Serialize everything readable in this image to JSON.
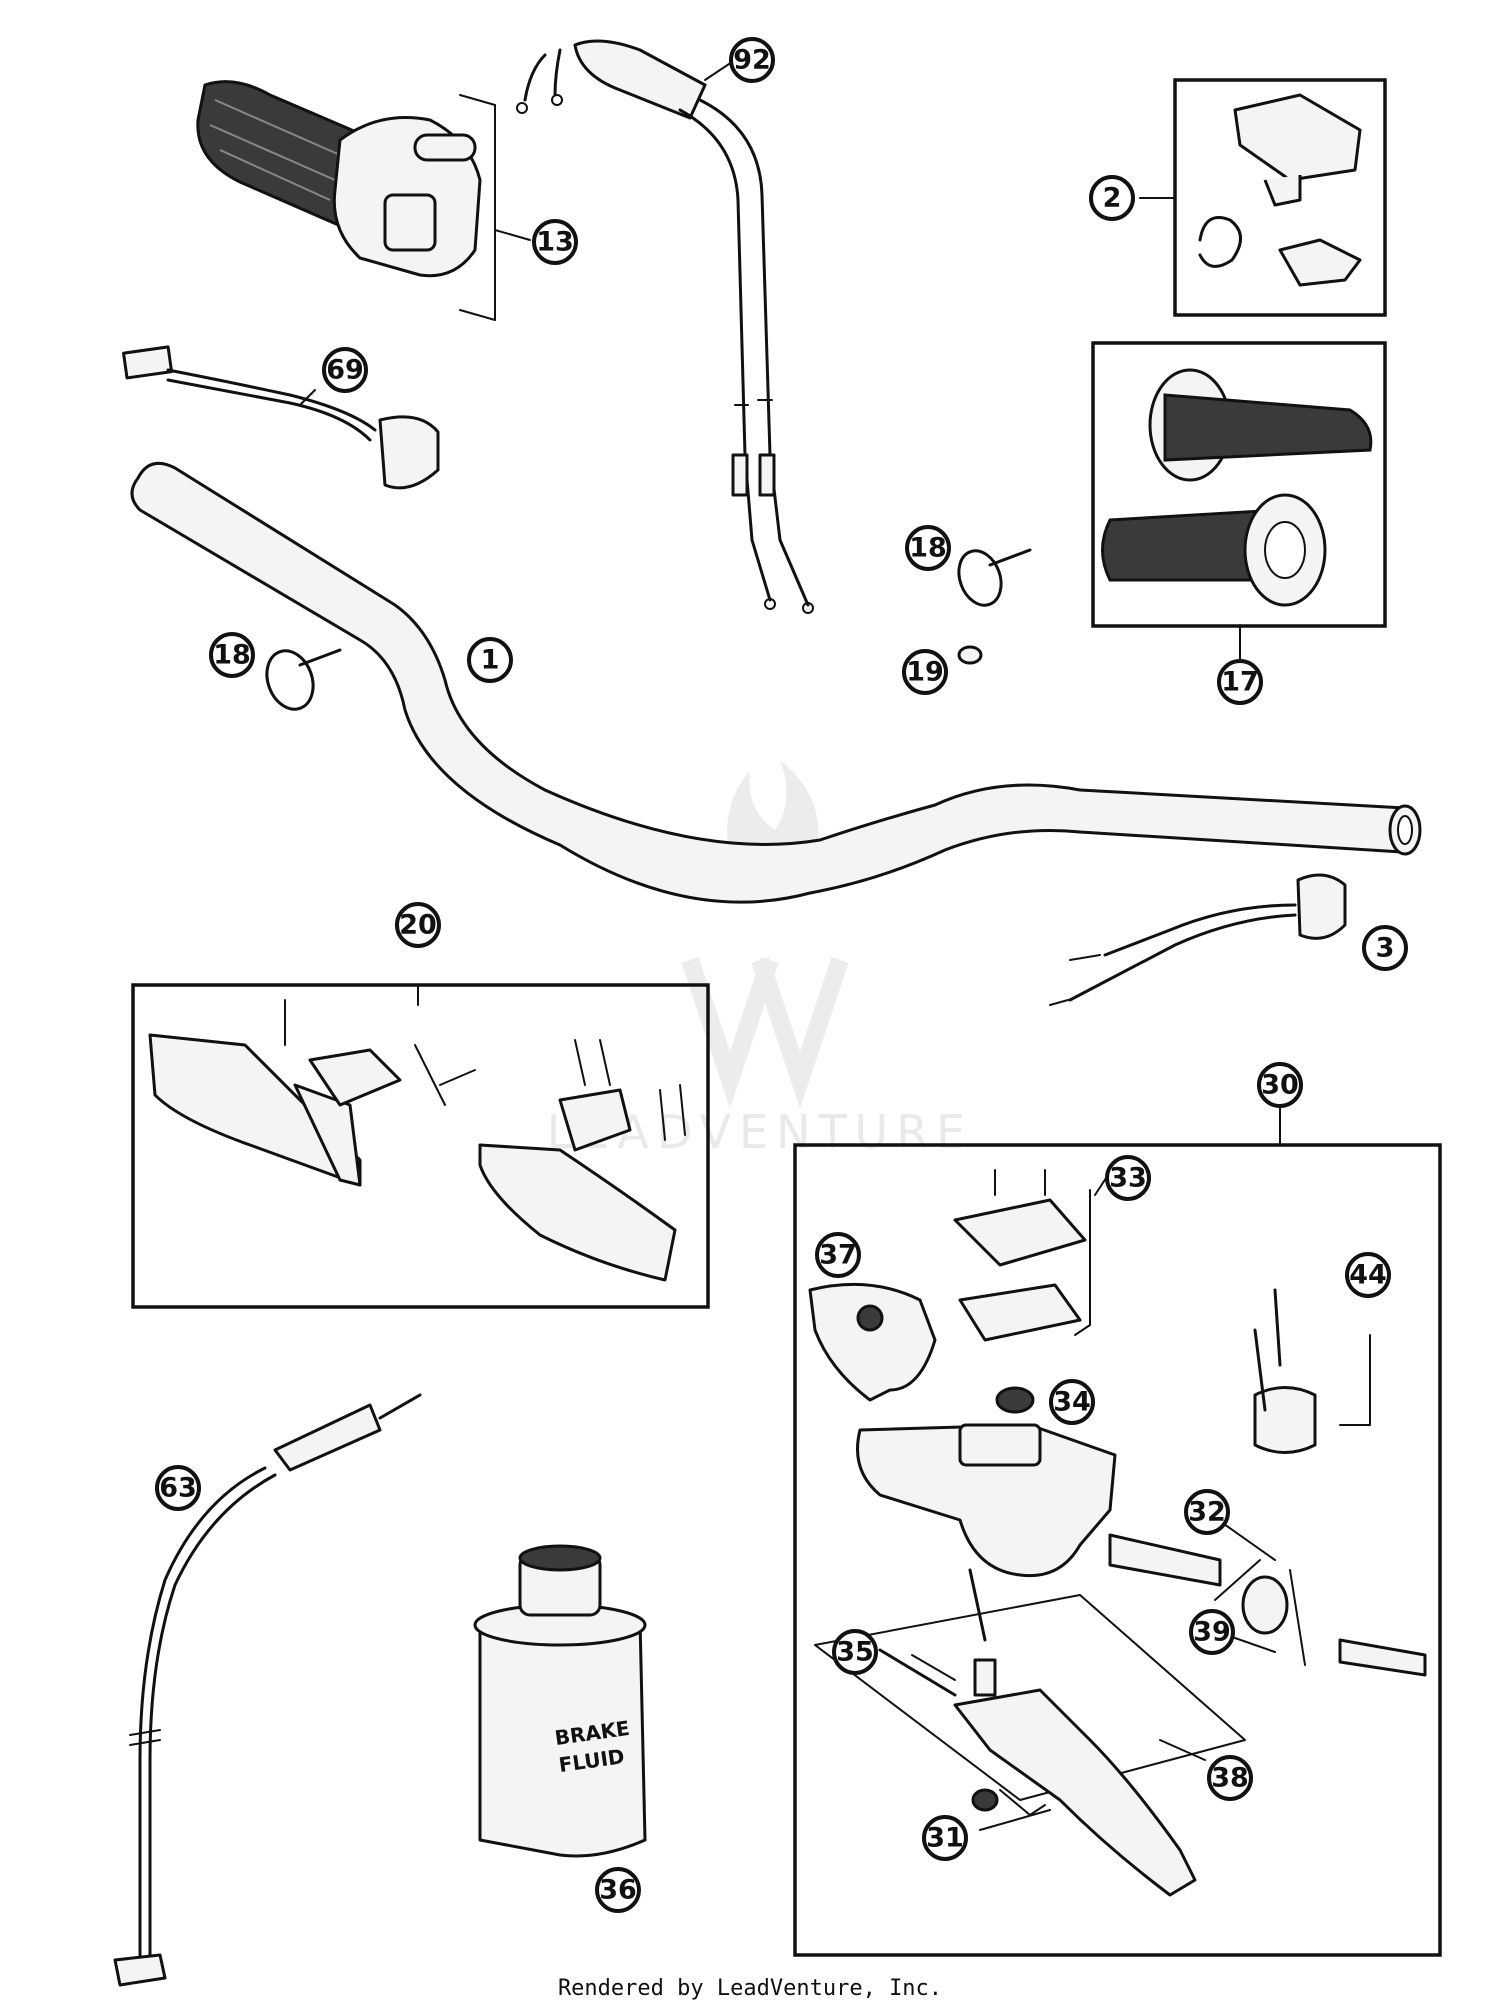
{
  "callouts": [
    {
      "label": "92"
    },
    {
      "label": "13"
    },
    {
      "label": "2"
    },
    {
      "label": "69"
    },
    {
      "label": "17"
    },
    {
      "label": "18"
    },
    {
      "label": "18"
    },
    {
      "label": "1"
    },
    {
      "label": "19"
    },
    {
      "label": "3"
    },
    {
      "label": "20"
    },
    {
      "label": "30"
    },
    {
      "label": "33"
    },
    {
      "label": "37"
    },
    {
      "label": "44"
    },
    {
      "label": "34"
    },
    {
      "label": "32"
    },
    {
      "label": "63"
    },
    {
      "label": "39"
    },
    {
      "label": "35"
    },
    {
      "label": "38"
    },
    {
      "label": "31"
    },
    {
      "label": "36"
    }
  ],
  "brake_fluid": {
    "line1": "BRAKE",
    "line2": "FLUID"
  },
  "watermark": "LEADVENTURE",
  "credit": "Rendered by LeadVenture, Inc."
}
